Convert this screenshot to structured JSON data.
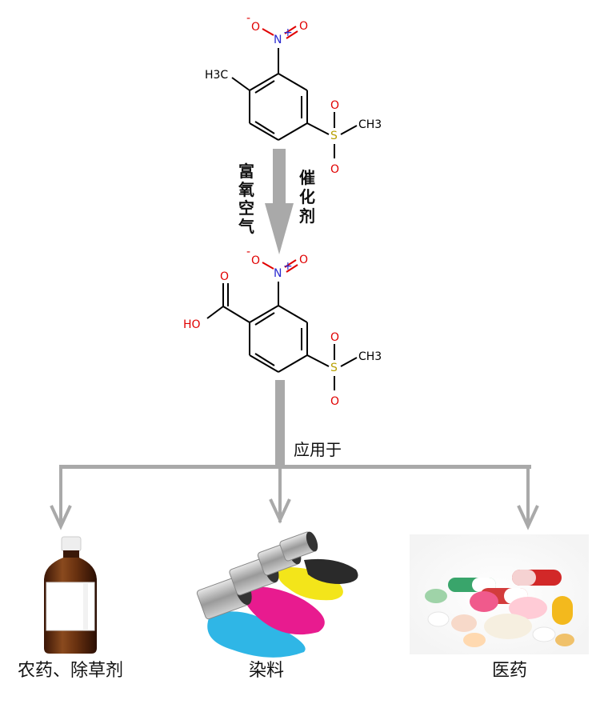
{
  "reactant": {
    "methyl": "H3C",
    "nitro_n": "N",
    "nitro_o_left": "O",
    "nitro_o_right": "O",
    "nitro_charge_plus": "+",
    "nitro_charge_minus": "-",
    "sulfonyl_s": "S",
    "sulfonyl_o_top": "O",
    "sulfonyl_o_bottom": "O",
    "sulfonyl_methyl": "CH3"
  },
  "reaction": {
    "oxidant_chars": [
      "富",
      "氧",
      "空",
      "气"
    ],
    "catalyst_chars": [
      "催",
      "化",
      "剂"
    ]
  },
  "product": {
    "acid_o": "O",
    "acid_oh": "HO",
    "nitro_n": "N",
    "nitro_o_left": "O",
    "nitro_o_right": "O",
    "nitro_charge_plus": "+",
    "nitro_charge_minus": "-",
    "sulfonyl_s": "S",
    "sulfonyl_o_top": "O",
    "sulfonyl_o_bottom": "O",
    "sulfonyl_methyl": "CH3"
  },
  "application_label": "应用于",
  "applications": [
    {
      "label": "农药、除草剂",
      "icon": "bottle-icon"
    },
    {
      "label": "染料",
      "icon": "paint-cans-icon"
    },
    {
      "label": "医药",
      "icon": "pills-icon"
    }
  ],
  "colors": {
    "arrow_gray": "#a9a9a9",
    "bond": "#000000",
    "oxygen": "#e00000",
    "nitrogen": "#2a2ad0",
    "sulfur": "#b8a000"
  }
}
